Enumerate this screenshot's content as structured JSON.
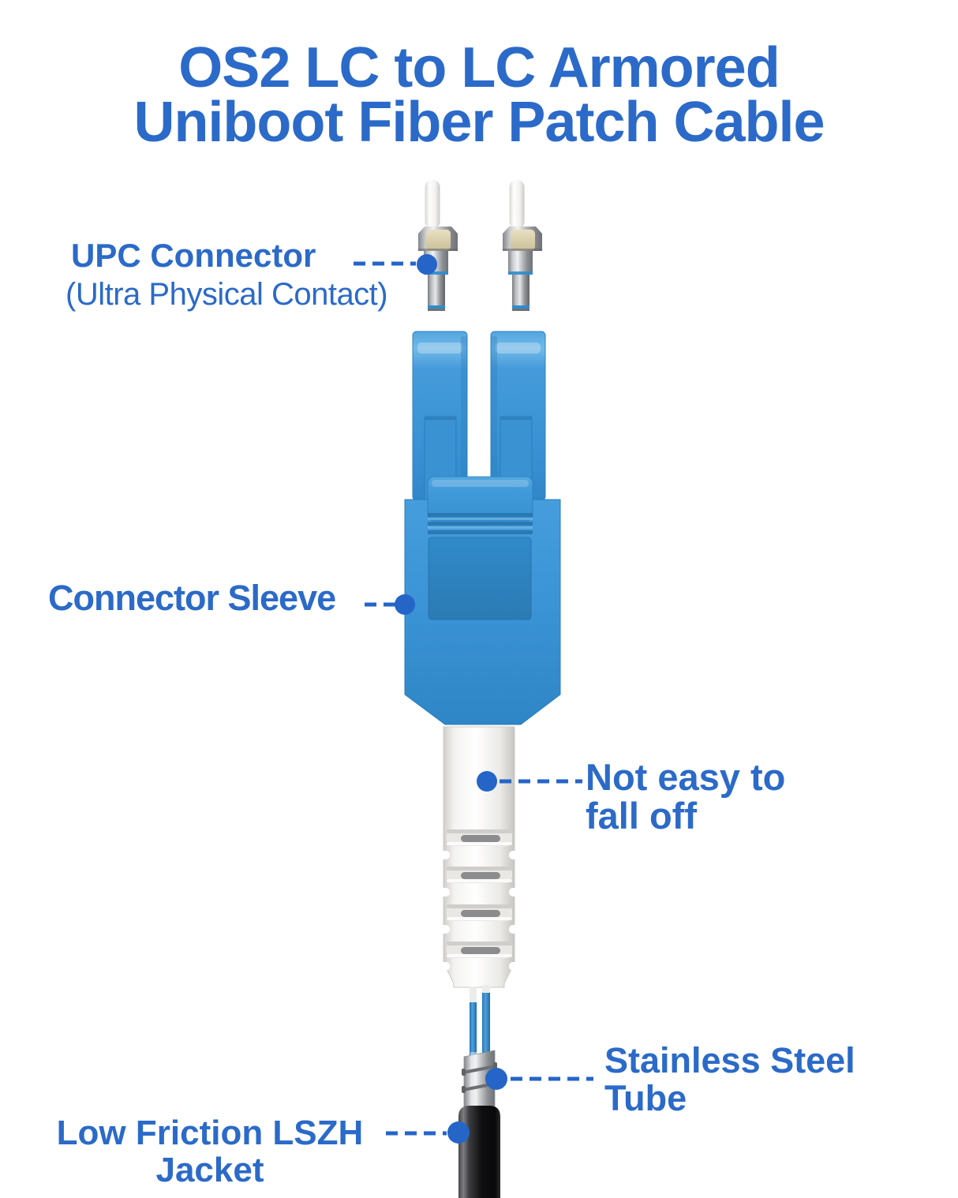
{
  "title": {
    "line1": "OS2 LC to LC Armored",
    "line2": "Uniboot Fiber Patch Cable"
  },
  "labels": {
    "upc": {
      "title": "UPC Connector",
      "subtitle": "(Ultra Physical Contact)"
    },
    "sleeve": "Connector Sleeve",
    "boot": {
      "line1": "Not easy to",
      "line2": "fall off"
    },
    "tube": {
      "line1": "Stainless Steel",
      "line2": "Tube"
    },
    "jacket": {
      "line1": "Low Friction LSZH",
      "line2": "Jacket"
    }
  },
  "colors": {
    "text_blue": "#2B6AC8",
    "callout_blue": "#2565C8",
    "connector_blue": "#3E97D8",
    "connector_dark_blue": "#2E85C3",
    "boot_white": "#F7F7F5",
    "ferrule_beige": "#D8CDA8",
    "steel_metal": "#C0C2C6",
    "fiber_blue": "#3E93D4",
    "jacket_black": "#141416"
  }
}
